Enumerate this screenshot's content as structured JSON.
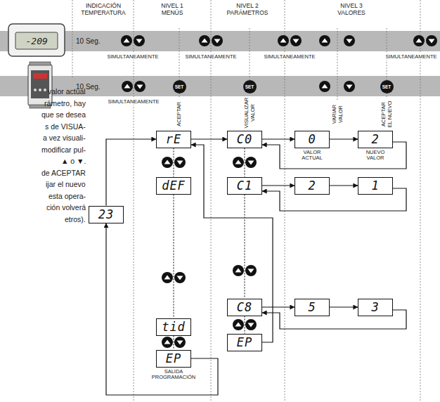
{
  "diagram": {
    "nodes": [
      {
        "text": [
          "23"
        ]
      },
      {
        "text": [
          "rE"
        ]
      },
      {
        "text": [
          "dEF"
        ]
      },
      {
        "text": [
          "tid"
        ]
      },
      {
        "text": [
          "EP",
          "SALIDA PROGRAMACIÓN"
        ]
      },
      {
        "text": [
          "C0"
        ]
      },
      {
        "text": [
          "C1"
        ]
      },
      {
        "text": [
          "C8"
        ]
      },
      {
        "text": [
          "EP"
        ]
      },
      {
        "text": [
          "0",
          "VALOR ACTUAL"
        ]
      },
      {
        "text": [
          "2",
          "NUEVO VALOR"
        ]
      },
      {
        "text": [
          "2"
        ]
      },
      {
        "text": [
          "1"
        ]
      },
      {
        "text": [
          "5"
        ]
      },
      {
        "text": [
          "3"
        ]
      }
    ],
    "edges": [
      {
        "from": 0,
        "to": 1,
        "arrow": "to"
      },
      {
        "from": 1,
        "to": 5,
        "arrow": "to"
      },
      {
        "from": 5,
        "to": 9,
        "arrow": "to"
      },
      {
        "from": 9,
        "to": 10,
        "arrow": "to"
      },
      {
        "from": 10,
        "to": 5,
        "arrow": "to"
      },
      {
        "from": 6,
        "to": 11,
        "arrow": "to"
      },
      {
        "from": 11,
        "to": 12,
        "arrow": "to"
      },
      {
        "from": 12,
        "to": 6,
        "arrow": "to"
      },
      {
        "from": 7,
        "to": 13,
        "arrow": "to"
      },
      {
        "from": 13,
        "to": 14,
        "arrow": "to"
      },
      {
        "from": 14,
        "to": 7,
        "arrow": "to"
      },
      {
        "from": 8,
        "to": 1,
        "arrow": "to"
      },
      {
        "from": 4,
        "to": 0,
        "arrow": "to"
      },
      {
        "from": 1,
        "to": 2,
        "arrow": "none"
      },
      {
        "from": 2,
        "to": 3,
        "arrow": "none"
      },
      {
        "from": 3,
        "to": 4,
        "arrow": "none"
      },
      {
        "from": 5,
        "to": 6,
        "arrow": "none"
      },
      {
        "from": 6,
        "to": 7,
        "arrow": "none"
      },
      {
        "from": 7,
        "to": 8,
        "arrow": "none"
      }
    ],
    "labels": [
      "INDICACIÓN TEMPERATURA",
      "NIVEL 1 MENÚS",
      "NIVEL 2 PARÁMETROS",
      "NIVEL 3 VALORES",
      "-209",
      "10 Seg.",
      "SIMULTANEAMENTE",
      "SIMULTANEAMENTE",
      "SIMULTANEAMENTE",
      "SIMULTANEAMENTE",
      "10 Seg.",
      "SIMULTANEAMENTE",
      "SET",
      "SET",
      "SET",
      "ACEPTAR",
      "VISUALIZAR VALOR",
      "VARIAR VALOR",
      "ACEPTAR EL NUEVO",
      "valor actual",
      "rámetro, hay",
      "que se desea",
      "s de VISUA-",
      "a vez visuali-",
      "modificar pul-",
      "▲ o ▼.",
      "de ACEPTAR",
      "ijar el nuevo",
      "esta opera-",
      "ción volverá",
      "etros)."
    ]
  }
}
